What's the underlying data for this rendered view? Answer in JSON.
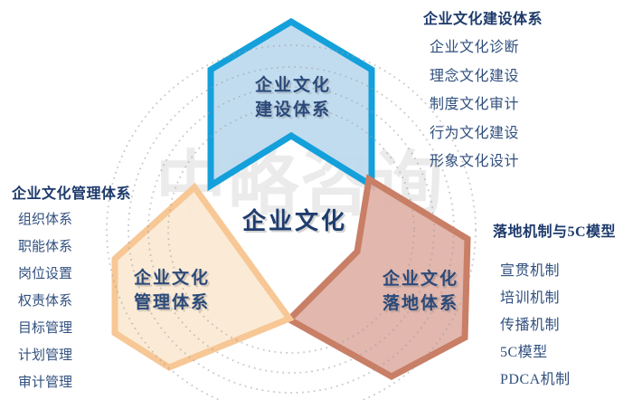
{
  "watermark": "中略咨询",
  "center_title": "企业文化",
  "hexagons": {
    "build": {
      "line1": "企业文化",
      "line2": "建设体系"
    },
    "manage": {
      "line1": "企业文化",
      "line2": "管理体系"
    },
    "landing": {
      "line1": "企业文化",
      "line2": "落地体系"
    }
  },
  "lists": {
    "build": {
      "title": "企业文化建设体系",
      "items": [
        "企业文化诊断",
        "理念文化建设",
        "制度文化审计",
        "行为文化建设",
        "形象文化设计"
      ]
    },
    "manage": {
      "title": "企业文化管理体系",
      "items": [
        "组织体系",
        "职能体系",
        "岗位设置",
        "权责体系",
        "目标管理",
        "计划管理",
        "审计管理"
      ]
    },
    "landing": {
      "title": "落地机制与5C模型",
      "items": [
        "宣贯机制",
        "培训机制",
        "传播机制",
        "5C模型",
        "PDCA机制"
      ]
    }
  },
  "colors": {
    "blue_fill": "#bdd9ee",
    "blue_stroke": "#14a0da",
    "peach_fill": "#fbe9d2",
    "peach_stroke": "#f7c795",
    "salmon_fill": "#e0b1a6",
    "salmon_stroke": "#c97e66",
    "dots": "#9e9e9e",
    "watermark": "#ebebeb",
    "header_text": "#1d3a6b",
    "item_text": "#31507e",
    "label_text": "#2b4a7a"
  }
}
